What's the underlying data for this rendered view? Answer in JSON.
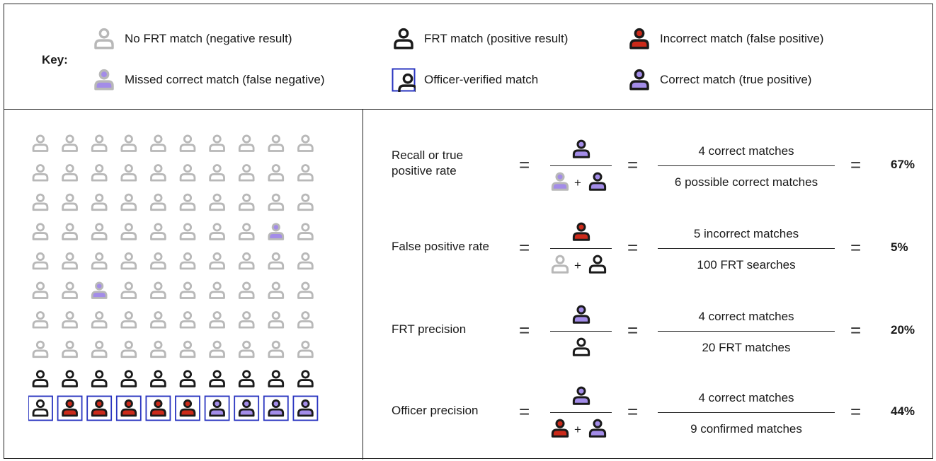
{
  "key": {
    "title": "Key:",
    "items": [
      {
        "icon": "gray-person-icon",
        "label": "No FRT match (negative result)"
      },
      {
        "icon": "black-person-icon",
        "label": "FRT match (positive result)"
      },
      {
        "icon": "red-person-icon",
        "label": "Incorrect match (false positive)"
      },
      {
        "icon": "gray-purple-filled-person-icon",
        "label": "Missed correct match (false negative)"
      },
      {
        "icon": "boxed-person-icon",
        "label": "Officer-verified match"
      },
      {
        "icon": "purple-person-icon",
        "label": "Correct match (true positive)"
      }
    ]
  },
  "colors": {
    "gray": "#b8b8b8",
    "black": "#1a1a1a",
    "red": "#cc2a1a",
    "purple": "#a38ce8",
    "blue_box": "#2a35c0"
  },
  "formulas": [
    {
      "label_line1": "Recall or true",
      "label_line2": "positive rate",
      "numerator_text": "4 correct matches",
      "denominator_text": "6 possible correct matches",
      "result": "67%",
      "plus": "+"
    },
    {
      "label_line1": "False positive rate",
      "label_line2": "",
      "numerator_text": "5 incorrect matches",
      "denominator_text": "100 FRT searches",
      "result": "5%",
      "plus": "+"
    },
    {
      "label_line1": "FRT precision",
      "label_line2": "",
      "numerator_text": "4 correct matches",
      "denominator_text": "20 FRT matches",
      "result": "20%",
      "plus": ""
    },
    {
      "label_line1": "Officer precision",
      "label_line2": "",
      "numerator_text": "4 correct matches",
      "denominator_text": "9 confirmed matches",
      "result": "44%",
      "plus": "+"
    }
  ],
  "equals_sign": "="
}
